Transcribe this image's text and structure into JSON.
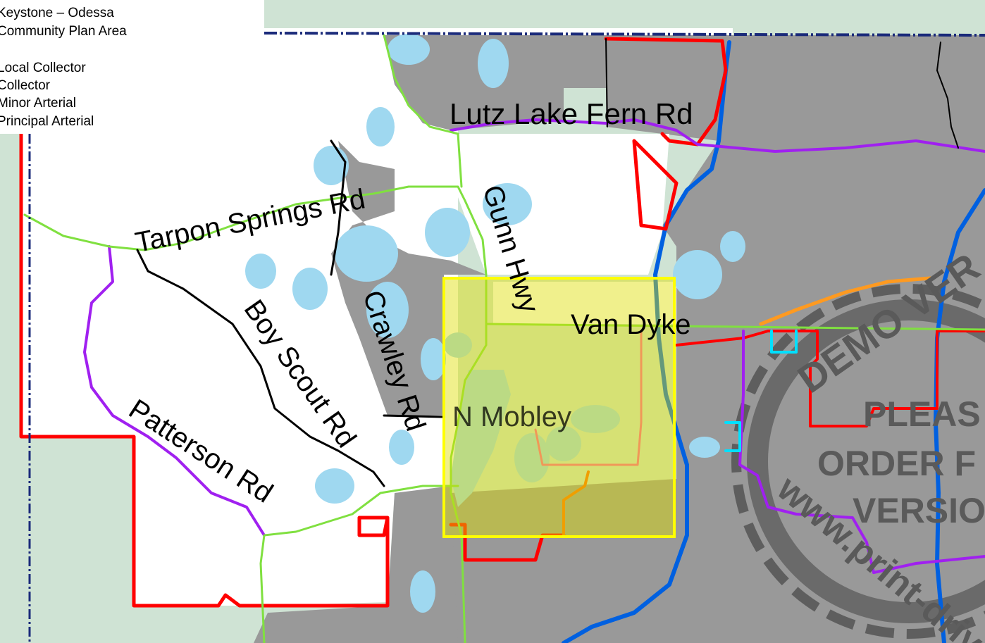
{
  "legend": {
    "title_line1": "Keystone  – Odessa",
    "title_line2": "Community  Plan Area",
    "items": [
      "Local Collector",
      "Collector",
      "Minor Arterial",
      "Principal Arterial"
    ]
  },
  "roads": {
    "lutz_lake_fern": "Lutz Lake Fern Rd",
    "tarpon_springs": "Tarpon Springs Rd",
    "gunn_hwy": "Gunn Hwy",
    "van_dyke": "Van Dyke",
    "boy_scout": "Boy Scout Rd",
    "crawley": "Crawley Rd",
    "patterson": "Patterson Rd",
    "n_mobley": "N Mobley"
  },
  "watermark": {
    "arc_top": "DEMO VER",
    "line1": "PLEAS",
    "line2": "ORDER F",
    "line3": "VERSIO",
    "arc_bottom": "www.print-driv"
  },
  "colors": {
    "local_collector": "#80e040",
    "collector": "#000000",
    "minor_arterial": "#a020f0",
    "principal_arterial": "#ff0000",
    "highway": "#0060e0",
    "water": "#9fd8f0",
    "developed": "#999999",
    "highlight": "#ffff00"
  }
}
